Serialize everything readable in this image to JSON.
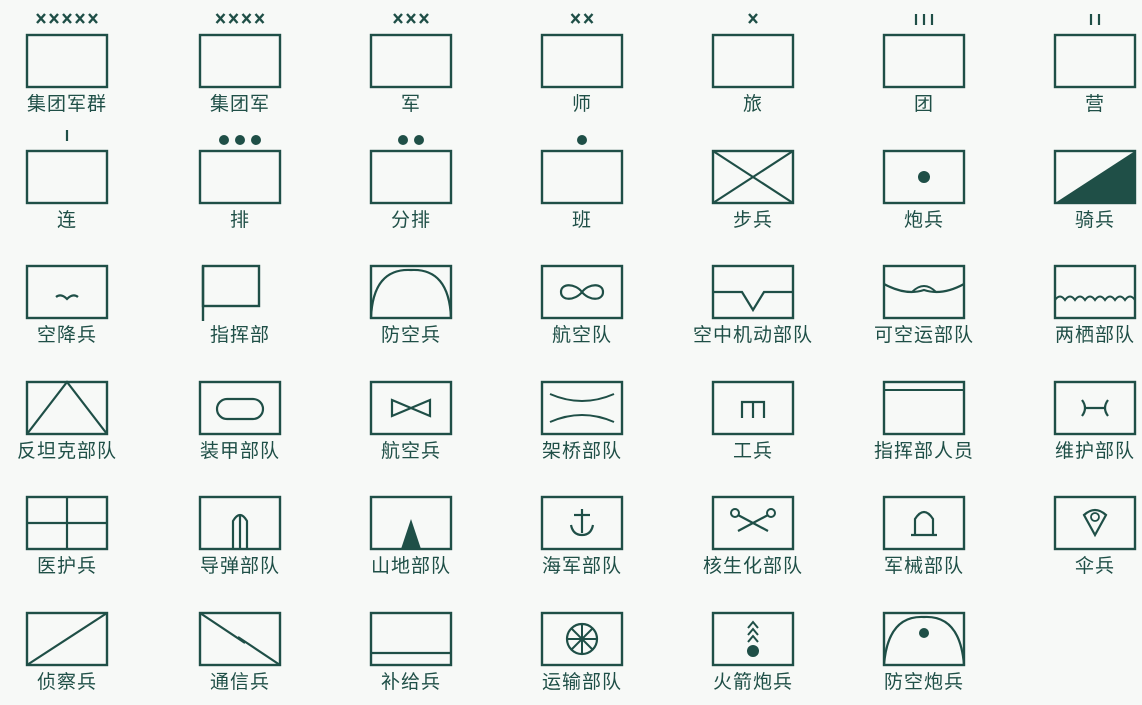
{
  "symbols": [
    {
      "id": "army-group",
      "label": "集团军群",
      "mark": "×××××"
    },
    {
      "id": "army",
      "label": "集团军",
      "mark": "××××"
    },
    {
      "id": "corps",
      "label": "军",
      "mark": "×××"
    },
    {
      "id": "division",
      "label": "师",
      "mark": "××"
    },
    {
      "id": "brigade",
      "label": "旅",
      "mark": "×"
    },
    {
      "id": "regiment",
      "label": "团",
      "mark": "III"
    },
    {
      "id": "battalion",
      "label": "营",
      "mark": "II"
    },
    {
      "id": "company",
      "label": "连",
      "mark": "I"
    },
    {
      "id": "platoon",
      "label": "排",
      "mark": "dots3"
    },
    {
      "id": "section",
      "label": "分排",
      "mark": "dots2"
    },
    {
      "id": "squad",
      "label": "班",
      "mark": "dots1"
    },
    {
      "id": "infantry",
      "label": "步兵",
      "mark": "infantry"
    },
    {
      "id": "artillery",
      "label": "炮兵",
      "mark": "artillery"
    },
    {
      "id": "cavalry",
      "label": "骑兵",
      "mark": "cavalry"
    },
    {
      "id": "airborne",
      "label": "空降兵",
      "mark": "airborne"
    },
    {
      "id": "headquarters",
      "label": "指挥部",
      "mark": "hq"
    },
    {
      "id": "air-defense",
      "label": "防空兵",
      "mark": "air-defense"
    },
    {
      "id": "aviation",
      "label": "航空队",
      "mark": "aviation"
    },
    {
      "id": "air-mobile",
      "label": "空中机动部队",
      "mark": "air-mobile"
    },
    {
      "id": "air-transportable",
      "label": "可空运部队",
      "mark": "air-transportable"
    },
    {
      "id": "amphibious",
      "label": "两栖部队",
      "mark": "amphibious"
    },
    {
      "id": "anti-tank",
      "label": "反坦克部队",
      "mark": "anti-tank"
    },
    {
      "id": "armored",
      "label": "装甲部队",
      "mark": "armored"
    },
    {
      "id": "aviation-troops",
      "label": "航空兵",
      "mark": "aviation-troops"
    },
    {
      "id": "bridging",
      "label": "架桥部队",
      "mark": "bridging"
    },
    {
      "id": "engineer",
      "label": "工兵",
      "mark": "engineer"
    },
    {
      "id": "hq-staff",
      "label": "指挥部人员",
      "mark": "hq-staff"
    },
    {
      "id": "maintenance",
      "label": "维护部队",
      "mark": "maintenance"
    },
    {
      "id": "medical",
      "label": "医护兵",
      "mark": "medical"
    },
    {
      "id": "missile",
      "label": "导弹部队",
      "mark": "missile"
    },
    {
      "id": "mountain",
      "label": "山地部队",
      "mark": "mountain"
    },
    {
      "id": "naval",
      "label": "海军部队",
      "mark": "naval"
    },
    {
      "id": "nbc",
      "label": "核生化部队",
      "mark": "nbc"
    },
    {
      "id": "ordnance",
      "label": "军械部队",
      "mark": "ordnance"
    },
    {
      "id": "parachute",
      "label": "伞兵",
      "mark": "parachute"
    },
    {
      "id": "reconnaissance",
      "label": "侦察兵",
      "mark": "recon"
    },
    {
      "id": "signals",
      "label": "通信兵",
      "mark": "signals"
    },
    {
      "id": "supply",
      "label": "补给兵",
      "mark": "supply"
    },
    {
      "id": "transport",
      "label": "运输部队",
      "mark": "transport"
    },
    {
      "id": "rocket-artillery",
      "label": "火箭炮兵",
      "mark": "rocket"
    },
    {
      "id": "air-defense-artillery",
      "label": "防空炮兵",
      "mark": "ada"
    }
  ],
  "colors": {
    "stroke": "#1f4f47",
    "background": "#f7f9f7"
  }
}
